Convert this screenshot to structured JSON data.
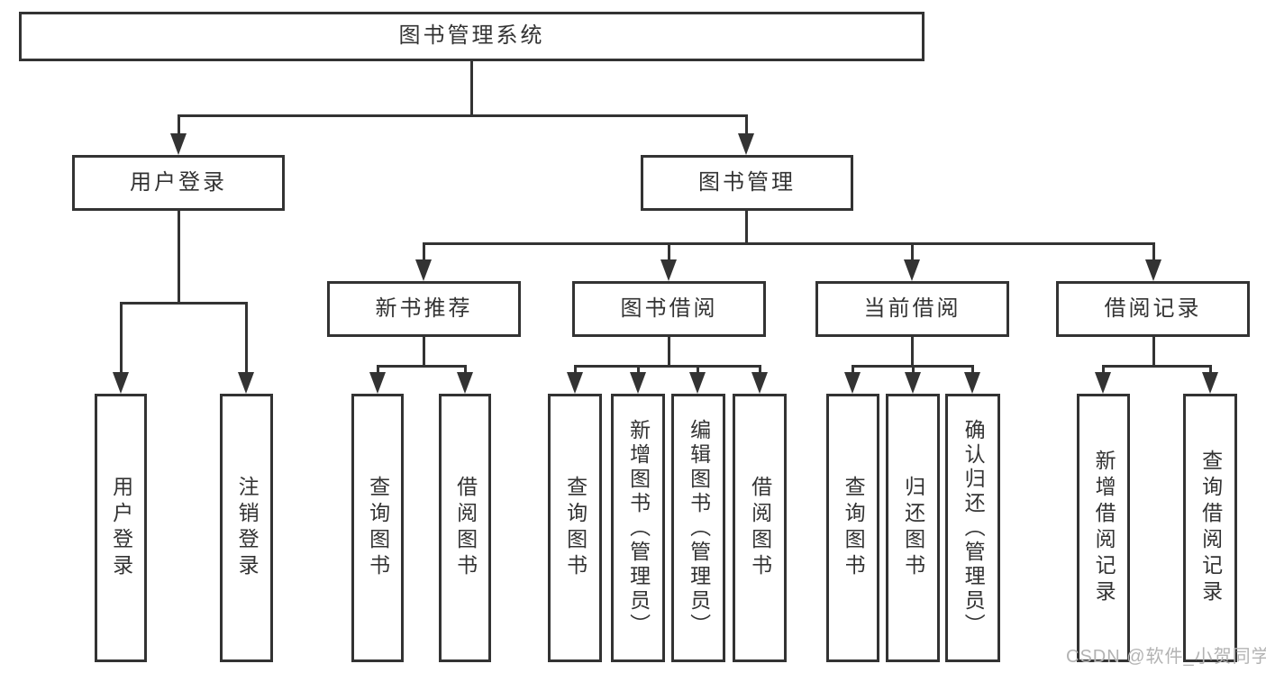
{
  "diagram": {
    "root": "图书管理系统",
    "level2": [
      "用户登录",
      "图书管理"
    ],
    "level3": [
      "新书推荐",
      "图书借阅",
      "当前借阅",
      "借阅记录"
    ],
    "leaves": {
      "user_login": [
        "用户登录",
        "注销登录"
      ],
      "new_book_recommend": [
        "查询图书",
        "借阅图书"
      ],
      "book_borrow": [
        "查询图书",
        "新增图书（管理员）",
        "编辑图书（管理员）",
        "借阅图书"
      ],
      "current_borrow": [
        "查询图书",
        "归还图书",
        "确认归还（管理员）"
      ],
      "borrow_records": [
        "新增借阅记录",
        "查询借阅记录"
      ]
    }
  },
  "watermark": "CSDN @软件_小贺同学",
  "colors": {
    "line": "#333333",
    "box_border": "#333333",
    "text": "#333333",
    "background": "#ffffff",
    "watermark": "#b3b3b3"
  }
}
